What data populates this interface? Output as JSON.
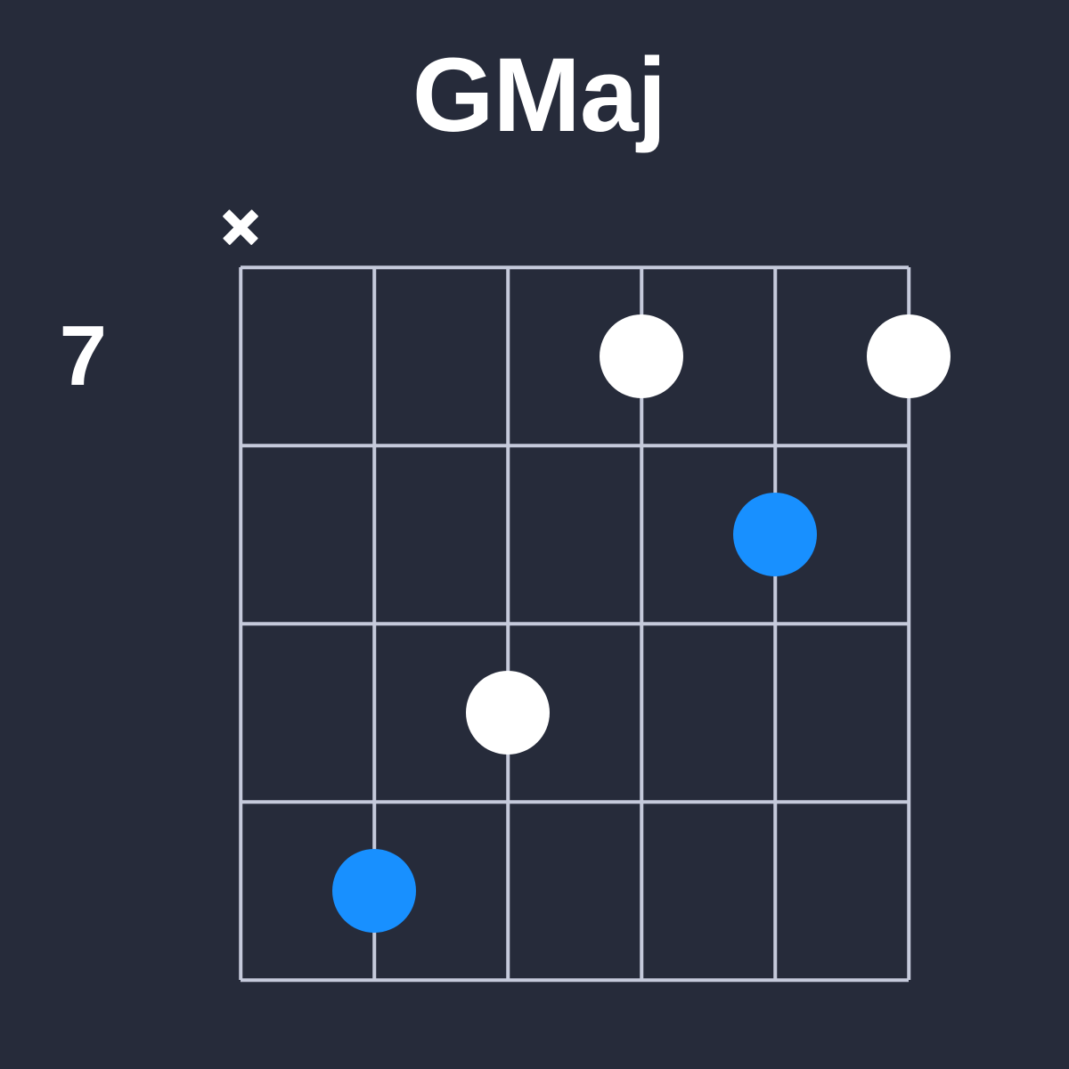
{
  "diagram": {
    "title": "GMaj",
    "start_fret_label": "7",
    "instrument": "guitar",
    "string_count": 6,
    "fret_count": 4,
    "colors": {
      "background": "#262b3a",
      "grid": "#c5cadb",
      "text": "#ffffff",
      "root_dot": "#1890ff",
      "note_dot": "#ffffff"
    },
    "string_markers": [
      {
        "string": 1,
        "symbol": "x",
        "name": "muted-string-marker"
      }
    ],
    "dots": [
      {
        "string": 4,
        "fret": 1,
        "type": "note",
        "color": "#ffffff"
      },
      {
        "string": 6,
        "fret": 1,
        "type": "note",
        "color": "#ffffff"
      },
      {
        "string": 5,
        "fret": 2,
        "type": "root",
        "color": "#1890ff"
      },
      {
        "string": 3,
        "fret": 3,
        "type": "note",
        "color": "#ffffff"
      },
      {
        "string": 2,
        "fret": 4,
        "type": "root",
        "color": "#1890ff"
      }
    ]
  }
}
